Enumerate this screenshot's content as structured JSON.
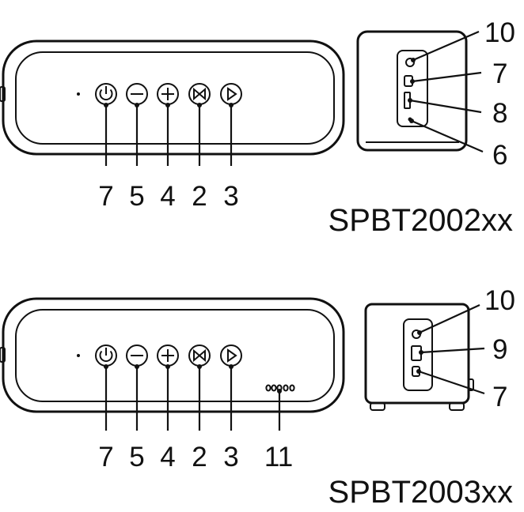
{
  "models": [
    {
      "name": "SPBT2002xx",
      "button_numbers": [
        "7",
        "5",
        "4",
        "2",
        "3"
      ],
      "side_numbers": [
        "10",
        "7",
        "8",
        "6"
      ]
    },
    {
      "name": "SPBT2003xx",
      "button_numbers": [
        "7",
        "5",
        "4",
        "2",
        "3"
      ],
      "extra_number": "11",
      "side_numbers": [
        "10",
        "9",
        "7"
      ]
    }
  ],
  "icons": {
    "power": "power-icon",
    "volume_down": "minus-icon",
    "volume_up": "plus-icon",
    "bluetooth": "bluetooth-pair-icon",
    "play": "play-icon"
  }
}
